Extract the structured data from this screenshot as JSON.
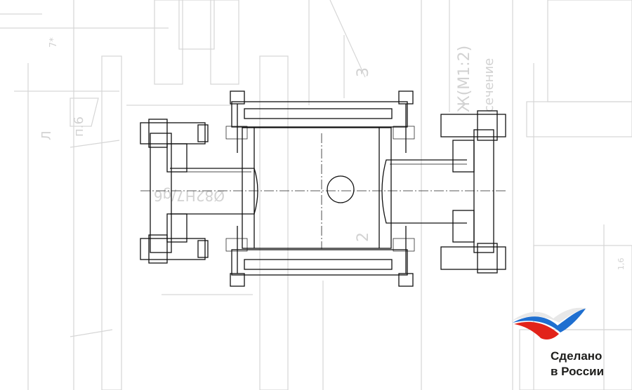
{
  "drawing": {
    "labels": {
      "section_title": "Ж(М1:2)",
      "section_caption": "сечение",
      "callout_3": "3",
      "callout_2": "2",
      "note_p6": "п.6",
      "letter_l": "Л",
      "dim_7": "7*",
      "fit_dim": "Ø82H7/g6",
      "roughness": "1,6"
    }
  },
  "logo": {
    "line1": "Сделано",
    "line2": "в России",
    "colors": {
      "white": "#e8e8e8",
      "blue": "#1f6fd0",
      "red": "#e2231a"
    }
  }
}
